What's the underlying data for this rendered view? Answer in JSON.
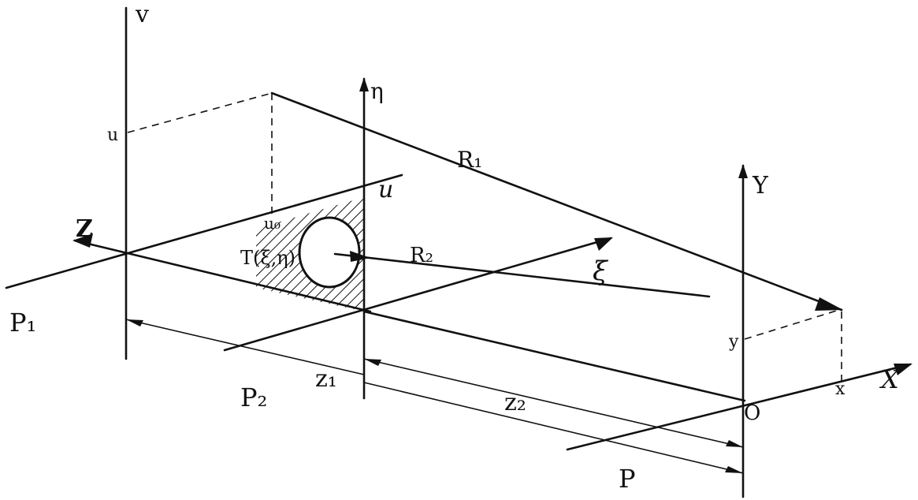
{
  "diagram": {
    "labels": {
      "v": "v",
      "u": "u",
      "u_small": "u",
      "u0": "u₀",
      "Z_left": "Z",
      "P1": "P₁",
      "T": "T(ξ,η)",
      "eta": "η",
      "R1": "R₁",
      "R2": "R₂",
      "xi": "ξ",
      "Y": "Y",
      "y": "y",
      "X": "X",
      "x": "x",
      "O": "O",
      "P2": "P₂",
      "z1": "z₁",
      "z2": "z₂",
      "P": "P"
    },
    "colors": {
      "ink": "#111111",
      "paper": "#ffffff"
    }
  }
}
